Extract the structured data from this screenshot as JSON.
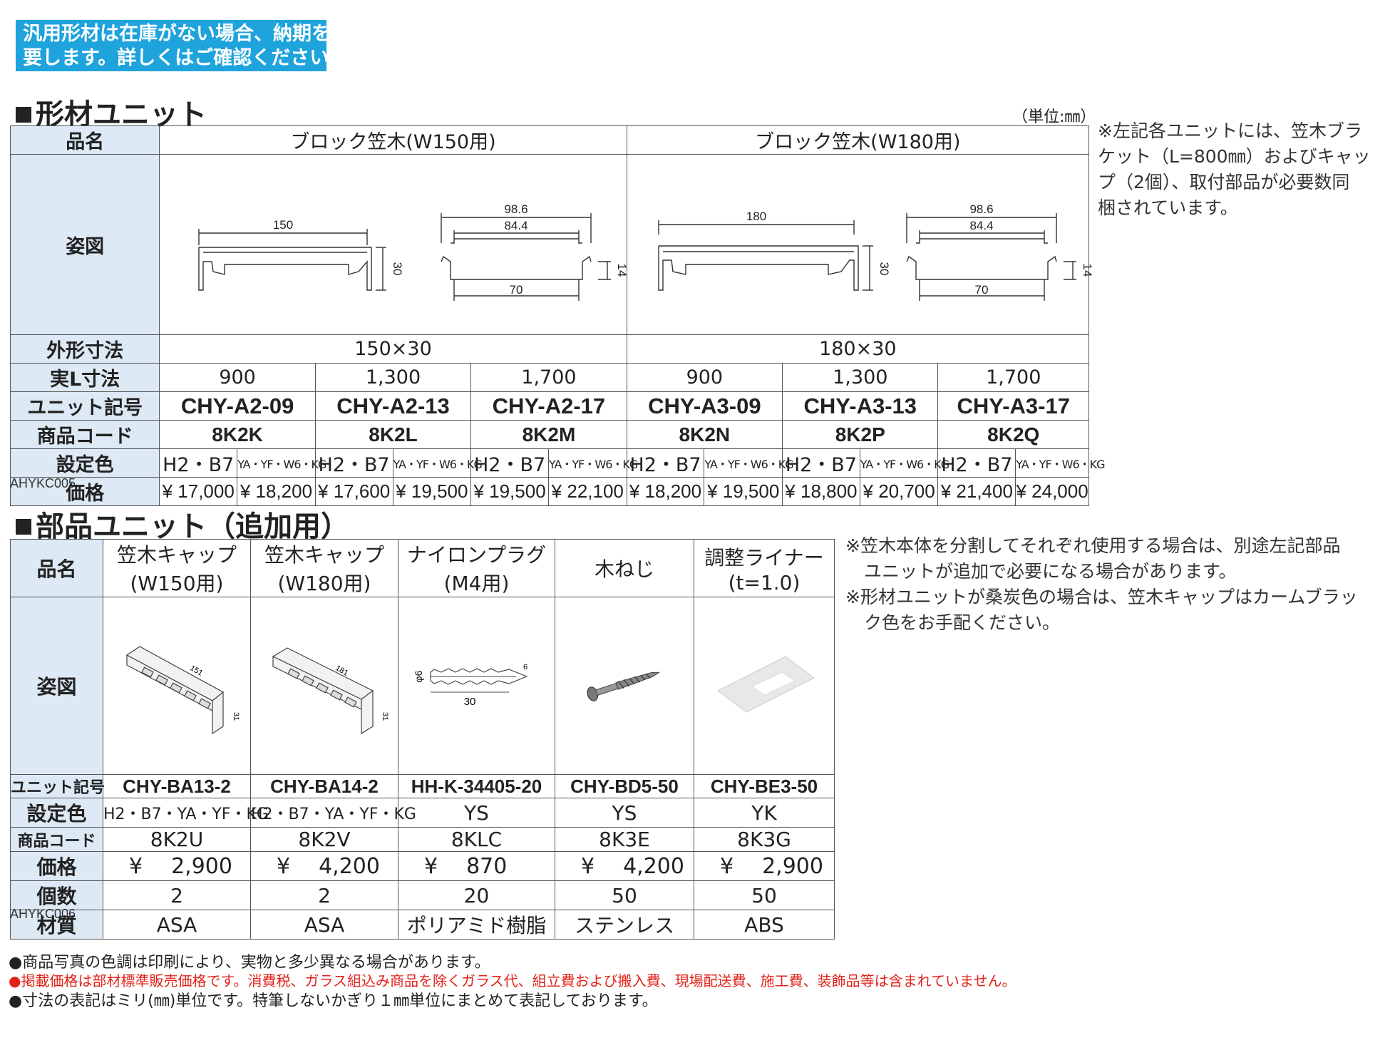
{
  "notice": {
    "line1": "汎用形材は在庫がない場合、納期を",
    "line2": "要します。詳しくはご確認ください。"
  },
  "section1": {
    "title": "形材ユニット",
    "unit_note": "（単位:㎜）",
    "labels": {
      "name": "品名",
      "figure": "姿図",
      "outer": "外形寸法",
      "length": "実L寸法",
      "unit_code": "ユニット記号",
      "product_code": "商品コード",
      "color": "設定色",
      "price": "価格"
    },
    "groups": [
      {
        "name": "ブロック笠木(W150用)",
        "outer": "150×30",
        "dims": {
          "width": "150",
          "height": "30",
          "w1": "98.6",
          "w2": "84.4",
          "h": "14",
          "b": "70"
        }
      },
      {
        "name": "ブロック笠木(W180用)",
        "outer": "180×30",
        "dims": {
          "width": "180",
          "height": "30",
          "w1": "98.6",
          "w2": "84.4",
          "h": "14",
          "b": "70"
        }
      }
    ],
    "units": [
      {
        "length": "900",
        "code": "CHY-A2-09",
        "product": "8K2K",
        "c1": "H2・B7",
        "c2": "YA・YF・W6・KG",
        "p1": "¥ 17,000",
        "p2": "¥ 18,200"
      },
      {
        "length": "1,300",
        "code": "CHY-A2-13",
        "product": "8K2L",
        "c1": "H2・B7",
        "c2": "YA・YF・W6・KG",
        "p1": "¥ 17,600",
        "p2": "¥ 19,500"
      },
      {
        "length": "1,700",
        "code": "CHY-A2-17",
        "product": "8K2M",
        "c1": "H2・B7",
        "c2": "YA・YF・W6・KG",
        "p1": "¥ 19,500",
        "p2": "¥ 22,100"
      },
      {
        "length": "900",
        "code": "CHY-A3-09",
        "product": "8K2N",
        "c1": "H2・B7",
        "c2": "YA・YF・W6・KG",
        "p1": "¥ 18,200",
        "p2": "¥ 19,500"
      },
      {
        "length": "1,300",
        "code": "CHY-A3-13",
        "product": "8K2P",
        "c1": "H2・B7",
        "c2": "YA・YF・W6・KG",
        "p1": "¥ 18,800",
        "p2": "¥ 20,700"
      },
      {
        "length": "1,700",
        "code": "CHY-A3-17",
        "product": "8K2Q",
        "c1": "H2・B7",
        "c2": "YA・YF・W6・KG",
        "p1": "¥ 21,400",
        "p2": "¥ 24,000"
      }
    ],
    "side_note": [
      "※左記各ユニットには、笠木ブラ",
      "ケット（L=800㎜）およびキャッ",
      "プ（2個）、取付部品が必要数同",
      "梱されています。"
    ],
    "code_label": "AHYKC005"
  },
  "section2": {
    "title": "部品ユニット（追加用）",
    "labels": {
      "name": "品名",
      "figure": "姿図",
      "unit_code": "ユニット記号",
      "color": "設定色",
      "product_code": "商品コード",
      "price": "価格",
      "qty": "個数",
      "material": "材質"
    },
    "items": [
      {
        "name1": "笠木キャップ",
        "name2": "(W150用)",
        "code": "CHY-BA13-2",
        "color": "H2・B7・YA・YF・KG",
        "product": "8K2U",
        "yen": "¥",
        "price": "2,900",
        "qty": "2",
        "material": "ASA",
        "dim1": "151",
        "dim2": "31"
      },
      {
        "name1": "笠木キャップ",
        "name2": "(W180用)",
        "code": "CHY-BA14-2",
        "color": "H2・B7・YA・YF・KG",
        "product": "8K2V",
        "yen": "¥",
        "price": "4,200",
        "qty": "2",
        "material": "ASA",
        "dim1": "181",
        "dim2": "31"
      },
      {
        "name1": "ナイロンプラグ",
        "name2": "(M4用)",
        "code": "HH-K-34405-20",
        "color": "YS",
        "product": "8KLC",
        "yen": "¥",
        "price": "870",
        "qty": "20",
        "material": "ポリアミド樹脂",
        "dim1": "φ6",
        "dim2": "30",
        "dim3": "6"
      },
      {
        "name1": "木ねじ",
        "name2": "",
        "code": "CHY-BD5-50",
        "color": "YS",
        "product": "8K3E",
        "yen": "¥",
        "price": "4,200",
        "qty": "50",
        "material": "ステンレス"
      },
      {
        "name1": "調整ライナー",
        "name2": "(t=1.0)",
        "code": "CHY-BE3-50",
        "color": "YK",
        "product": "8K3G",
        "yen": "¥",
        "price": "2,900",
        "qty": "50",
        "material": "ABS"
      }
    ],
    "side_note": [
      [
        "※笠木本体を分割してそれぞれ使用する場合は、別途左記部品",
        "ユニットが追加で必要になる場合があります。"
      ],
      [
        "※形材ユニットが桑炭色の場合は、笠木キャップはカームブラッ",
        "ク色をお手配ください。"
      ]
    ],
    "code_label": "AHYKC006"
  },
  "footer": [
    "●商品写真の色調は印刷により、実物と多少異なる場合があります。",
    "●掲載価格は部材標準販売価格です。消費税、ガラス組込み商品を除くガラス代、組立費および搬入費、現場配送費、施工費、装飾品等は含まれていません。",
    "●寸法の表記はミリ(㎜)単位です。特筆しないかぎり１㎜単位にまとめて表記しております。"
  ],
  "colors": {
    "notice_bg": "#1ea3dc",
    "header_bg": "#dde9f4",
    "footer_red": "#e2231a"
  }
}
